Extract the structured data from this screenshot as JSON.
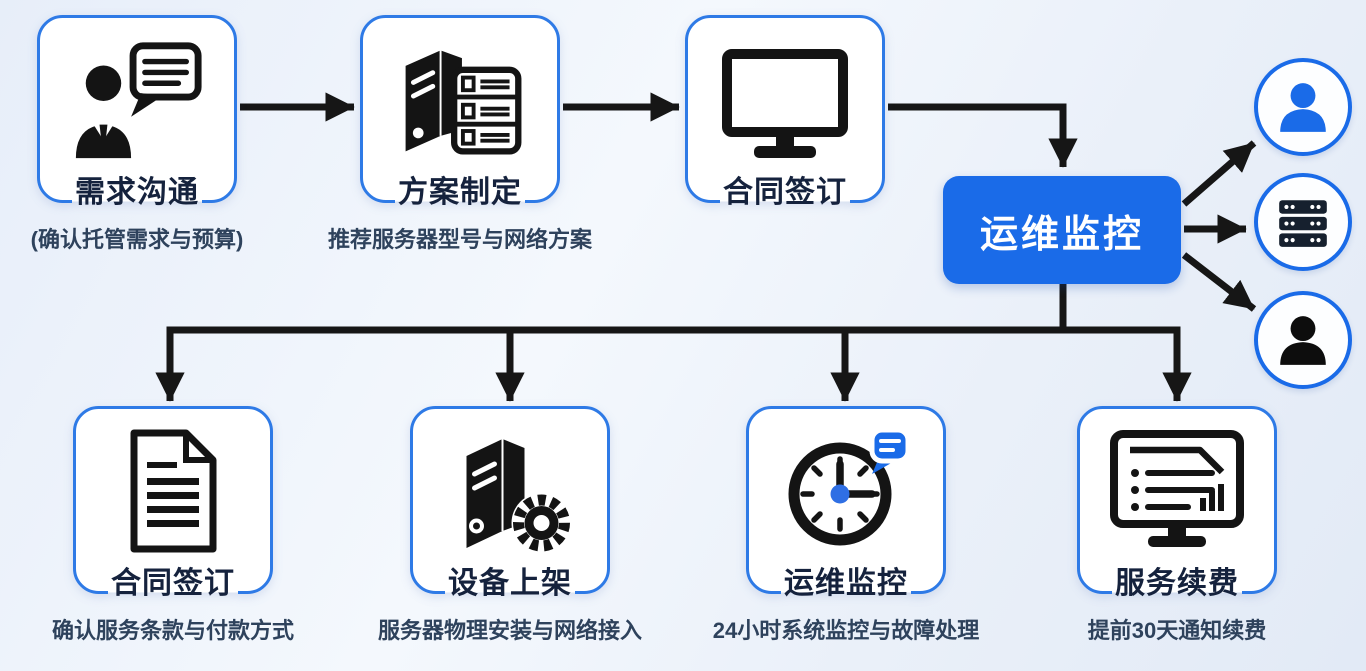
{
  "palette": {
    "accent_blue": "#1a6be8",
    "card_border": "#2e7ae6",
    "line_color": "#161616",
    "title_color": "#15223d",
    "subtitle_color": "#2e425c",
    "icon_dark": "#141414",
    "endpoint_rack_color": "#16202e"
  },
  "top_row": [
    {
      "title": "需求沟通",
      "subtitle": "(确认托管需求与预算)",
      "icon": "person-chat-icon"
    },
    {
      "title": "方案制定",
      "subtitle": "推荐服务器型号与网络方案",
      "icon": "server-stack-icon"
    },
    {
      "title": "合同签订",
      "subtitle": "",
      "icon": "monitor-icon"
    }
  ],
  "hub": {
    "label": "运维监控"
  },
  "endpoints": [
    {
      "icon": "user-icon",
      "color": "#1a6be8"
    },
    {
      "icon": "server-rack-icon",
      "color": "#16202e"
    },
    {
      "icon": "user-icon",
      "color": "#0d0d0d"
    }
  ],
  "bottom_row": [
    {
      "title": "合同签订",
      "subtitle": "确认服务条款与付款方式",
      "icon": "document-icon"
    },
    {
      "title": "设备上架",
      "subtitle": "服务器物理安装与网络接入",
      "icon": "server-gear-icon"
    },
    {
      "title": "运维监控",
      "subtitle": "24小时系统监控与故障处理",
      "icon": "clock-chat-icon"
    },
    {
      "title": "服务续费",
      "subtitle": "提前30天通知续费",
      "icon": "monitor-report-icon"
    }
  ]
}
